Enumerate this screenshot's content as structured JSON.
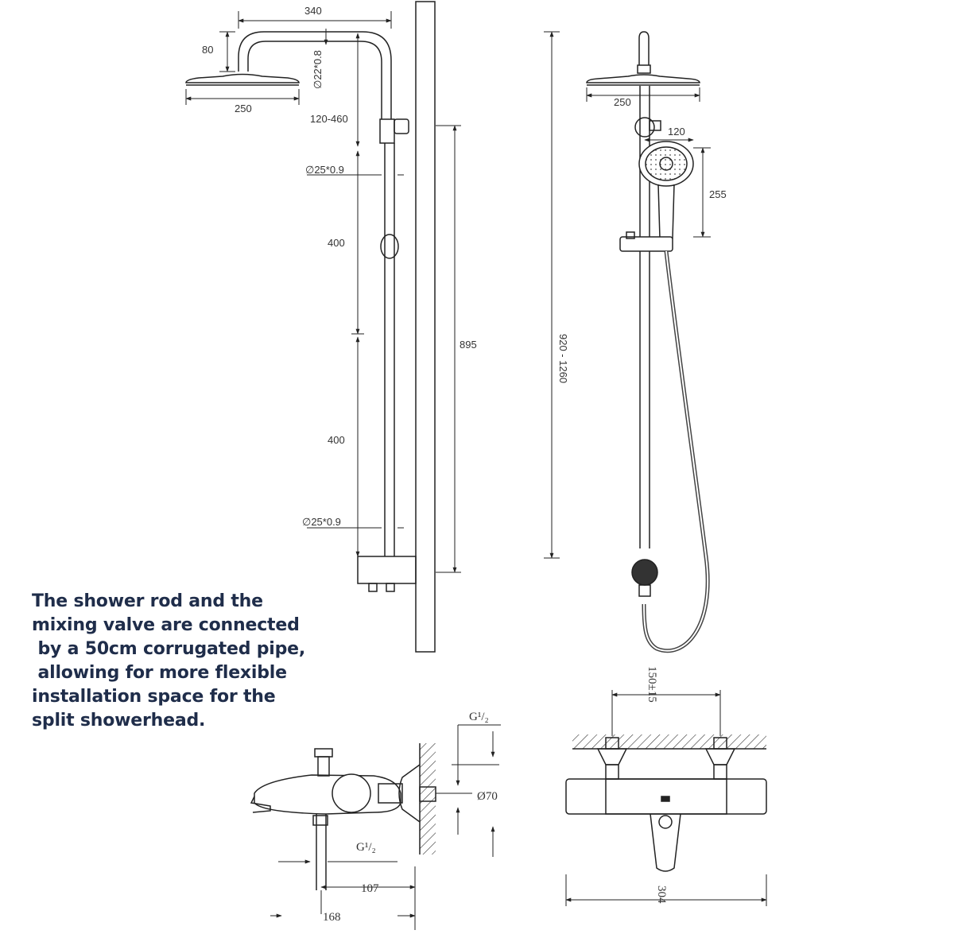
{
  "rail_front": {
    "arm_length": "340",
    "arm_drop": "80",
    "arm_pipe": "∅22*0.8",
    "head_diameter": "250",
    "arm_adjust": "120-460",
    "pipe_top": "∅25*0.9",
    "segment_upper": "400",
    "segment_lower": "400",
    "pipe_bottom": "∅25*0.9",
    "bracket_height": "895"
  },
  "rail_side": {
    "total_height": "920 - 1260",
    "head_diameter": "250",
    "handset_offset": "120",
    "handset_length": "255"
  },
  "note": {
    "lines": [
      "The shower rod and the",
      "mixing valve are connected",
      " by a 50cm corrugated pipe,",
      " allowing for more flexible",
      "installation space for the",
      "split showerhead."
    ]
  },
  "valve_side": {
    "thread_top": "G¹/₂",
    "flange_diameter": "Ø70",
    "thread_bottom": "G¹/₂",
    "spout_depth": "107",
    "total_depth": "168"
  },
  "valve_front": {
    "centers": "150±15",
    "width": "304"
  }
}
